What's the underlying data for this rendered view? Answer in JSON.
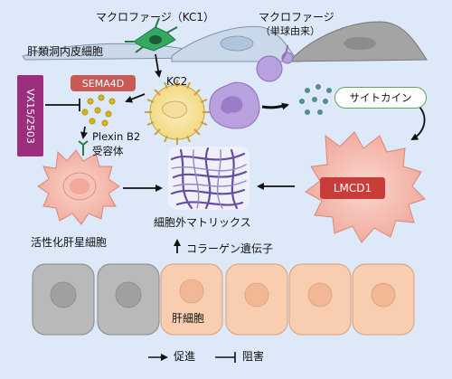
{
  "labels": {
    "macrophage_kc1": "マクロファージ（KC1）",
    "macrophage_monocyte_line1": "マクロファージ",
    "macrophage_monocyte_line2": "（単球由来）",
    "endothelial": "肝類洞内皮細胞",
    "kc2": "KC2",
    "sema4d": "SEMA4D",
    "vx15": "VX15/2503",
    "plexin_line1": "Plexin B2",
    "plexin_line2": "受容体",
    "cytokine": "サイトカイン",
    "lmcd1": "LMCD1",
    "ecm": "細胞外マトリックス",
    "hsc": "活性化肝星細胞",
    "collagen_gene": "コラーゲン遺伝子",
    "hepatocyte": "肝細胞"
  },
  "legend": {
    "promote": "促進",
    "inhibit": "阻害"
  },
  "colors": {
    "background": "#dde9f8",
    "sema4d_pill": "#c85a55",
    "vx15_pill": "#9b2f7e",
    "cytokine_pill": "#ffffff",
    "lmcd1_pill": "#c83c3a",
    "kc1_green": "#2e9e5a",
    "kc2_yellow": "#f2d77c",
    "monocyte_purple": "#b9a0de",
    "hsc_pink": "#f2b8ae",
    "hepatocyte_peach": "#f8cdb0",
    "hepatocyte_gray": "#b9b9b9",
    "endothelial_blue": "#c9d9ea",
    "endothelial_gray": "#a4a4a4",
    "ligand_yellow": "#d6b21a",
    "cytokine_teal": "#4f8f8c",
    "collagen_purple": "#6a4ca0"
  }
}
